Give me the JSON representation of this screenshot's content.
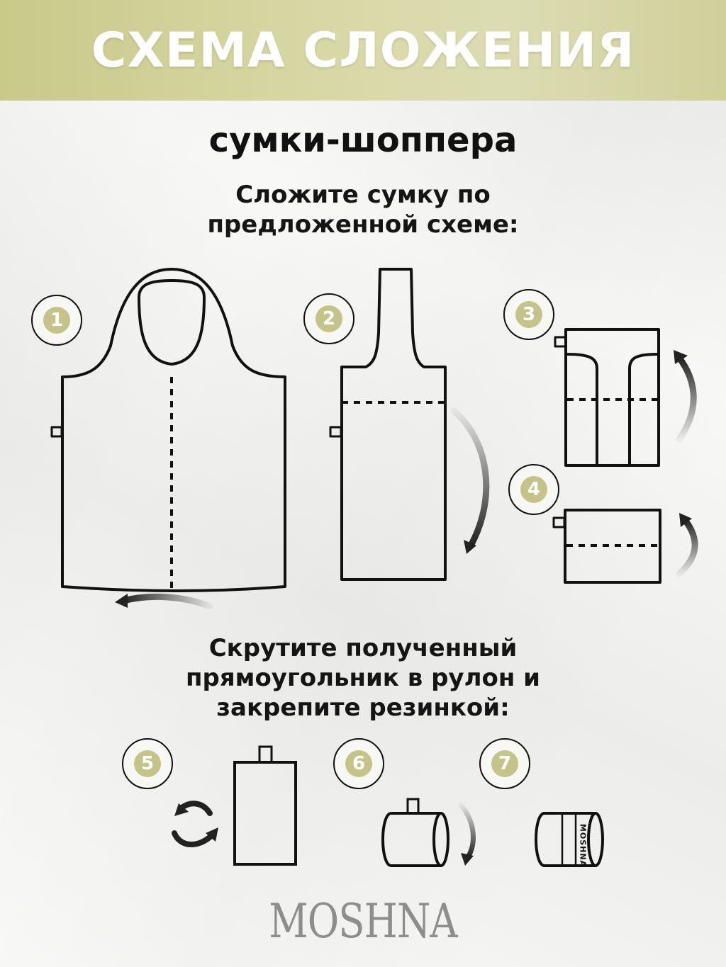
{
  "header": {
    "title": "СХЕМА СЛОЖЕНИЯ"
  },
  "subtitle": "сумки-шоппера",
  "instruction_fold": [
    "Сложите сумку по",
    "предложенной схеме:"
  ],
  "instruction_roll": [
    "Скрутите полученный",
    "прямоугольник в рулон и",
    "закрепите резинкой:"
  ],
  "steps": [
    "1",
    "2",
    "3",
    "4",
    "5",
    "6",
    "7"
  ],
  "roll_label": "MOSHNA",
  "brand": "MOSHNA",
  "colors": {
    "banner": "#d4d49c",
    "badge": "#c4c48a",
    "brand": "#8d8d8d"
  }
}
